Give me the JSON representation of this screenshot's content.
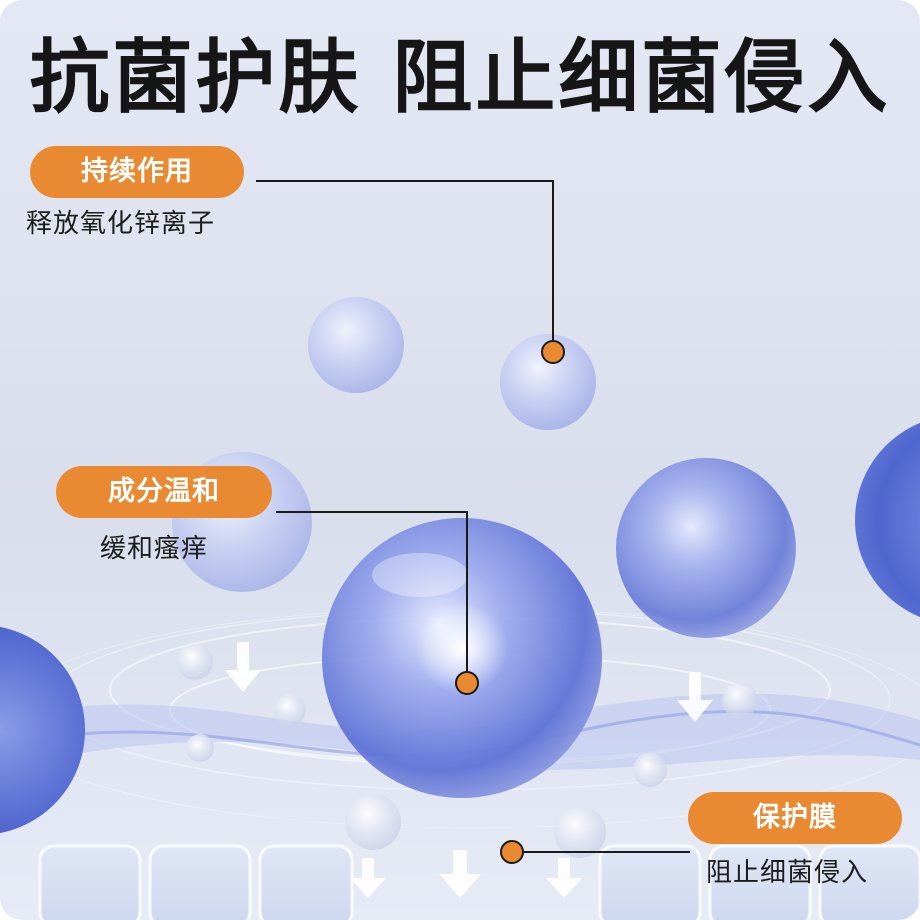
{
  "headline": "抗菌护肤  阻止细菌侵入",
  "callouts": [
    {
      "label": "持续作用",
      "description": "释放氧化锌离子"
    },
    {
      "label": "成分温和",
      "description": "缓和瘙痒"
    },
    {
      "label": "保护膜",
      "description": "阻止细菌侵入"
    }
  ],
  "colors": {
    "accent": "#e98a33",
    "headline_text": "#161616",
    "body_text": "#1c1c1c",
    "bubble_blue": "#5f73d6",
    "background": "#dfe3ef"
  },
  "icons": [
    "bubble-sphere",
    "down-arrow-icon",
    "callout-dot"
  ]
}
